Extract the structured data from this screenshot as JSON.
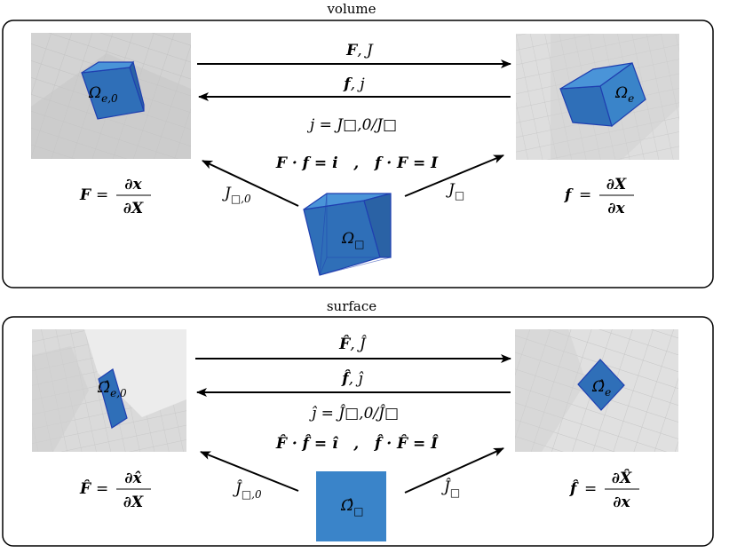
{
  "sections": [
    {
      "title": "volume",
      "arrow_top": {
        "bold": "F",
        "rest": ", J"
      },
      "arrow_second": {
        "bold": "f",
        "rest": ", j"
      },
      "relation": "j = J□,0/J□",
      "identities": "F · f = i   ,   f · F = I",
      "left_def": {
        "lhs": "F",
        "num": "∂x",
        "den": "∂X"
      },
      "right_def": {
        "lhs": "f",
        "num": "∂X",
        "den": "∂x"
      },
      "left_domain": {
        "main": "Ω",
        "sub": "e,0"
      },
      "right_domain": {
        "main": "Ω",
        "sub": "e"
      },
      "ref_domain": {
        "main": "Ω",
        "sub": "□"
      },
      "jac_left": {
        "main": "J",
        "sub": "□,0"
      },
      "jac_right": {
        "main": "J",
        "sub": "□"
      }
    },
    {
      "title": "surface",
      "arrow_top": {
        "bold": "F̂",
        "rest": ", Ĵ"
      },
      "arrow_second": {
        "bold": "f̂",
        "rest": ", ĵ"
      },
      "relation": "ĵ = Ĵ□,0/Ĵ□",
      "identities": "F̂ · f̂ = î   ,   f̂ · F̂ = Î",
      "left_def": {
        "lhs": "F̂",
        "num": "∂x̂",
        "den": "∂X"
      },
      "right_def": {
        "lhs": "f̂",
        "num": "∂X̂",
        "den": "∂x"
      },
      "left_domain": {
        "main": "Ω̂",
        "sub": "e,0"
      },
      "right_domain": {
        "main": "Ω̂",
        "sub": "e"
      },
      "ref_domain": {
        "main": "Ω̂",
        "sub": "□"
      },
      "jac_left": {
        "main": "Ĵ",
        "sub": "□,0"
      },
      "jac_right": {
        "main": "Ĵ",
        "sub": "□"
      }
    }
  ],
  "colors": {
    "cube_face": "#3a84c9",
    "cube_edge": "#1f3fb0",
    "panel_bg": "#d6d6d6"
  }
}
